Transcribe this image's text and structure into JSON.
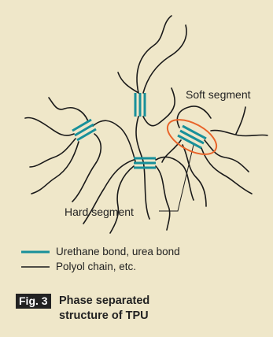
{
  "colors": {
    "background": "#efe7c9",
    "bond": "#18909a",
    "chain": "#1a1a1a",
    "highlight": "#e8642a"
  },
  "labels": {
    "soft_segment": "Soft segment",
    "hard_segment": "Hard segment"
  },
  "legend": [
    {
      "icon": "teal-line-icon",
      "text": "Urethane bond, urea bond"
    },
    {
      "icon": "black-line-icon",
      "text": "Polyol chain, etc."
    }
  ],
  "figure": {
    "tag": "Fig. 3",
    "caption_line1": "Phase separated",
    "caption_line2": "structure of TPU"
  }
}
